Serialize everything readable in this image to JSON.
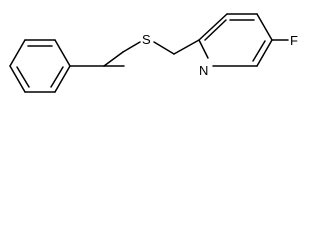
{
  "molecule": {
    "atoms": {
      "sulfur": "S",
      "nitrogen": "N",
      "fluorine": "F"
    }
  }
}
